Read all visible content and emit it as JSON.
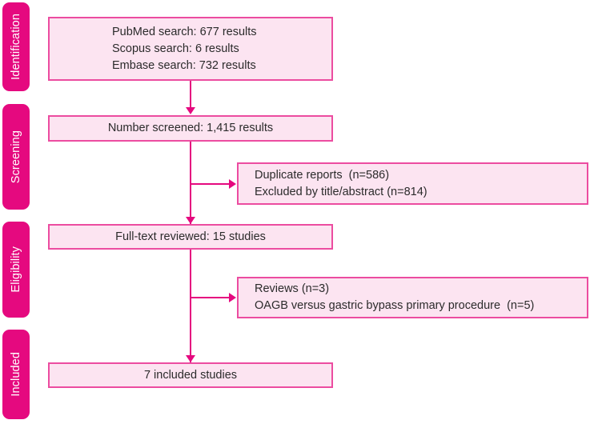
{
  "diagram": {
    "type": "prisma-flow-diagram",
    "colors": {
      "stage_tab_fill": "#E5097F",
      "stage_tab_text": "#FFFFFF",
      "box_fill": "#FCE4F1",
      "box_border": "#EC4CA0",
      "box_text": "#2B2B2B",
      "connector": "#E5097F",
      "background": "#FFFFFF"
    },
    "stages": [
      {
        "label": "Identification"
      },
      {
        "label": "Screening"
      },
      {
        "label": "Eligibility"
      },
      {
        "label": "Included"
      }
    ],
    "boxes": {
      "identification": {
        "lines": [
          "PubMed search: 677 results",
          "Scopus search: 6 results",
          "Embase search: 732 results"
        ]
      },
      "screened": {
        "lines": [
          "Number screened: 1,415 results"
        ]
      },
      "screening_excluded": {
        "lines": [
          "Duplicate reports  (n=586)",
          "Excluded by title/abstract (n=814)"
        ]
      },
      "fulltext": {
        "lines": [
          "Full-text reviewed: 15 studies"
        ]
      },
      "eligibility_excluded": {
        "lines": [
          "Reviews (n=3)",
          "OAGB versus gastric bypass primary procedure  (n=5)"
        ]
      },
      "included": {
        "lines": [
          "7 included studies"
        ]
      }
    },
    "counts": {
      "pubmed": 677,
      "scopus": 6,
      "embase": 732,
      "screened": 1415,
      "duplicates": 586,
      "excluded_title_abstract": 814,
      "full_text_reviewed": 15,
      "reviews_excluded": 3,
      "oagb_vs_bypass_excluded": 5,
      "included": 7
    }
  }
}
